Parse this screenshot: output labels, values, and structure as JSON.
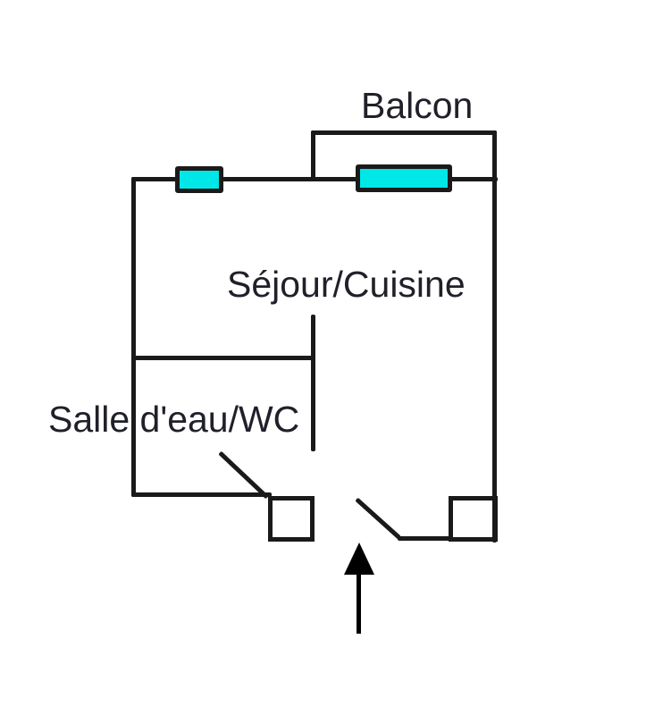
{
  "diagram": {
    "type": "apartment-floor-plan",
    "labels": {
      "balcony": "Balcon",
      "living_kitchen": "Séjour/Cuisine",
      "bathroom_wc": "Salle d'eau/WC"
    },
    "colors": {
      "wall": "#1a1a1a",
      "window_fill": "#00e7e7",
      "text": "#20202a",
      "background": "#ffffff",
      "arrow": "#000000"
    },
    "features": {
      "windows": [
        "small window on top wall (left)",
        "large window on top wall (balcony side)"
      ],
      "door_swings": [
        "bathroom door",
        "entrance door"
      ],
      "entrance_arrow_direction": "up"
    }
  }
}
